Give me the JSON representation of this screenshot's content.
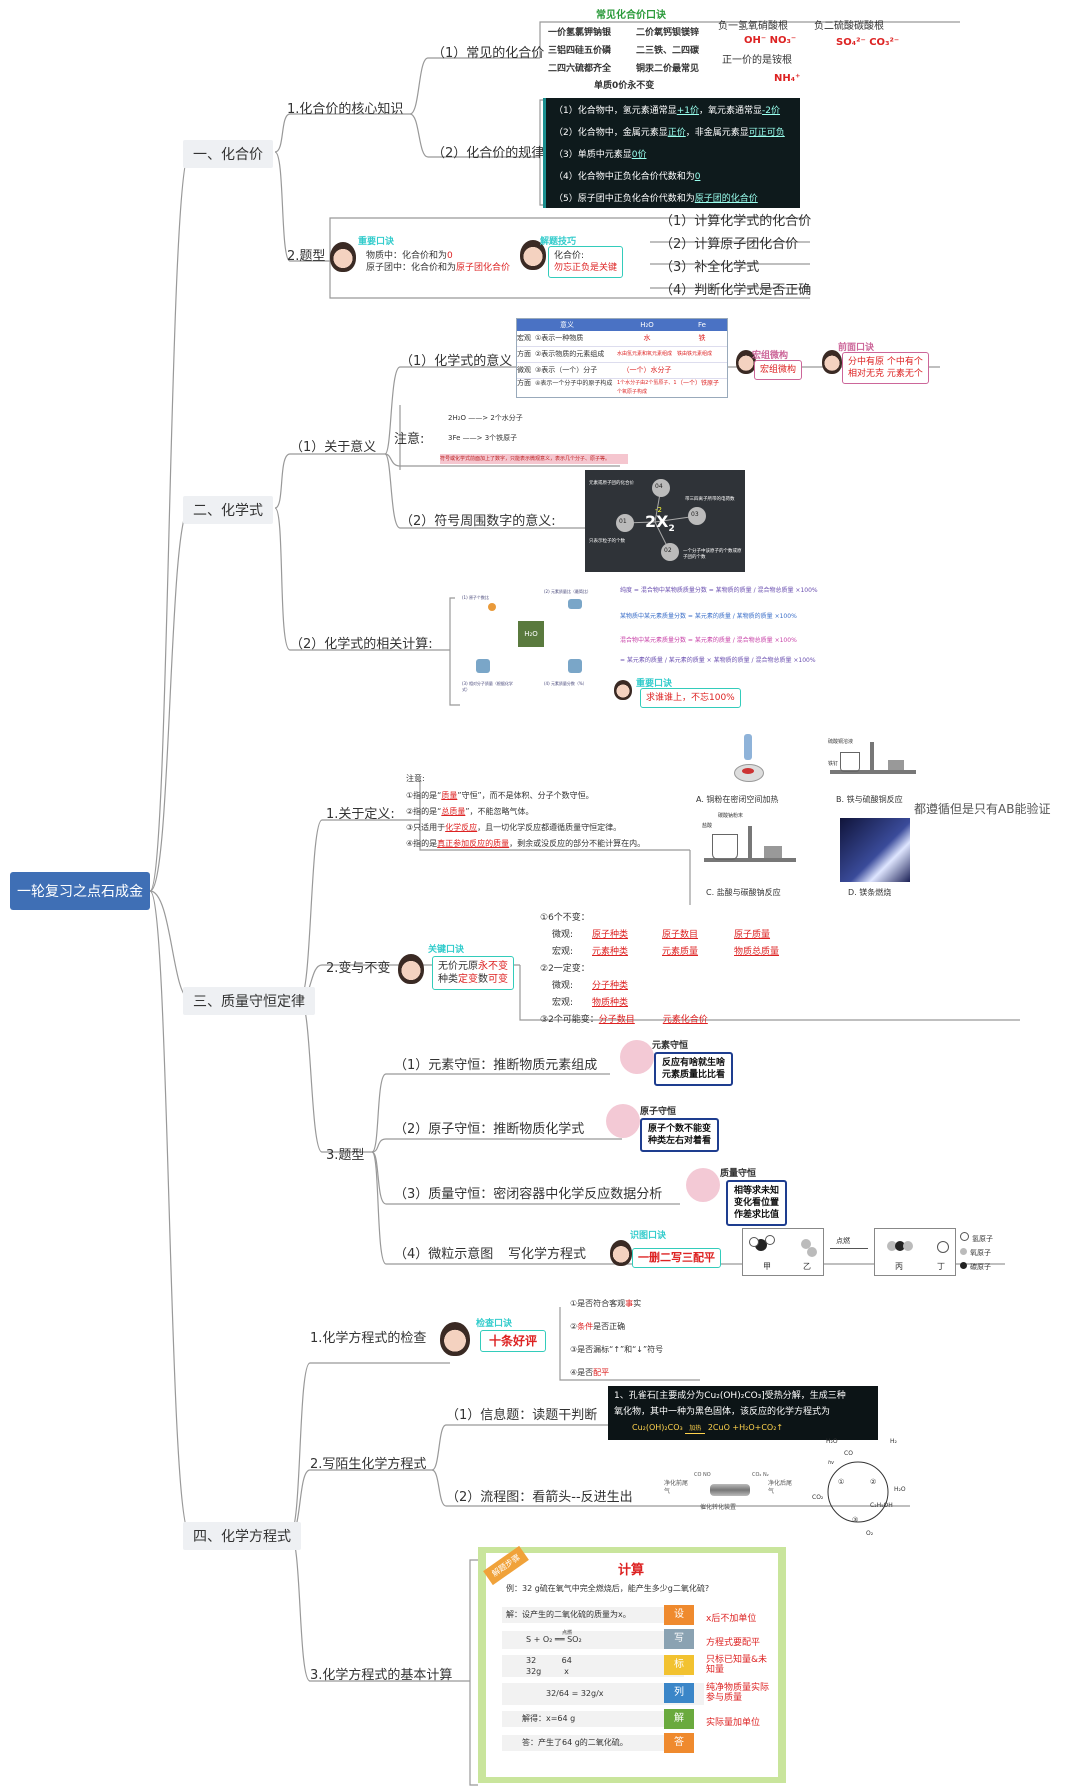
{
  "root": "一轮复习之点石成金",
  "sections": {
    "s1": {
      "title": "一、化合价",
      "core": "1.化合价的核心知识",
      "common": "（1）常见的化合价",
      "rhyme_title": "常见化合价口诀",
      "rhyme": [
        "一价氢氯钾钠银",
        "三铝四硅五价磷",
        "二四六硫都齐全",
        "二价氧钙钡镁锌",
        "二三铁、二四碳",
        "铜汞二价最常见",
        "单质0价永不变"
      ],
      "neg1_title": "负一氢氧硝酸根",
      "neg1_ions": "OH⁻  NO₃⁻",
      "neg2_title": "负二硫酸碳酸根",
      "neg2_ions": "SO₄²⁻  CO₃²⁻",
      "pos1_title": "正一价的是铵根",
      "pos1_ion": "NH₄⁺",
      "rules_label": "（2）化合价的规律",
      "rules": [
        {
          "t": "（1）化合物中，氢元素通常显",
          "a": "+1价",
          "t2": "，氧元素通常显",
          "a2": "-2价"
        },
        {
          "t": "（2）化合物中，金属元素显",
          "a": "正价",
          "t2": "，非金属元素显",
          "a2": "可正可负"
        },
        {
          "t": "（3）单质中元素显",
          "a": "0价",
          "t2": "",
          "a2": ""
        },
        {
          "t": "（4）化合物中正负化合价代数和为",
          "a": "0",
          "t2": "",
          "a2": ""
        },
        {
          "t": "（5）原子团中正负化合价代数和为",
          "a": "原子团的化合价",
          "t2": "",
          "a2": ""
        }
      ],
      "types_label": "2.题型",
      "tip1_head": "重要口诀",
      "tip1_l1a": "物质中：化合价和为",
      "tip1_l1b": "0",
      "tip1_l2a": "原子团中：化合价和为",
      "tip1_l2b": "原子团化合价",
      "tip2_head": "解题技巧",
      "tip2_l1": "化合价:",
      "tip2_l2": "勿忘正负是关键",
      "types": [
        "（1）计算化学式的化合价",
        "（2）计算原子团化合价",
        "（3）补全化学式",
        "（4）判断化学式是否正确"
      ]
    },
    "s2": {
      "title": "二、化学式",
      "about": "（1）关于意义",
      "meaning": "（1）化学式的意义",
      "table_head": [
        "意义",
        "H₂O",
        "Fe"
      ],
      "table_rows": [
        [
          "宏观",
          "①表示一种物质",
          "水",
          "铁"
        ],
        [
          "方面",
          "②表示物质的元素组成",
          "水由氢元素和氧元素组成",
          "铁由铁元素组成"
        ],
        [
          "微观",
          "③表示（一个）分子",
          "（一个）水分子",
          ""
        ],
        [
          "方面",
          "④表示一个分子中的原子构成",
          "1个水分子由2个氢原子、1个氧原子构成",
          "（一个）铁原子"
        ]
      ],
      "tip_a_head": "宏组微构",
      "tip_a": "宏组微构",
      "tip_b_head": "前面口诀",
      "tip_b1": "分中有原  个中有个",
      "tip_b2": "相对无克  元素无个",
      "note_label": "注意:",
      "note1": "2H₂O ——>  2个水分子",
      "note2": "3Fe ——>  3个铁原子",
      "note_bar": "符号或化学式前面加上了数字，只能表示微观意义，表示几个分子、原子等。",
      "symbol_label": "（2）符号周围数字的意义:",
      "sym_center": "2X",
      "sym_sup": "-2",
      "sym_sub": "2",
      "sym_nodes": [
        "04",
        "03",
        "02",
        "01"
      ],
      "sym_texts": [
        "元素或原子团的化合价",
        "带三四离子所带的电荷数",
        "一个分子中该原子的个数或原子团的个数",
        "只表示粒子的个数"
      ],
      "calc_label": "（2）化学式的相关计算:",
      "calc_center": "H₂O",
      "calc_corner": [
        "(1) 原子个数比",
        "(2) 元素质量比（最简比）",
        "(3) 相对分子质量（根据化学式）",
        "(4) 元素质量分数（%）"
      ],
      "f1": "纯度 = 混合物中某物质质量分数 = 某物质的质量 / 混合物总质量 ×100%",
      "f2": "某物质中某元素质量分数 = 某元素的质量 / 某物质的质量 ×100%",
      "f3": "混合物中某元素质量分数 = 某元素的质量 / 混合物总质量 ×100%",
      "f4": "= 某元素的质量 / 某元素的质量 × 某物质的质量 / 混合物总质量 ×100%",
      "tip_c_head": "重要口诀",
      "tip_c": "求谁谁上，不忘100%"
    },
    "s3": {
      "title": "三、质量守恒定律",
      "def_label": "1.关于定义:",
      "def_note": "注意:",
      "def_items": [
        {
          "a": "①指的是“",
          "b": "质量",
          "c": "”守恒”，而不是体积、分子个数守恒。"
        },
        {
          "a": "②指的是“",
          "b": "总质量",
          "c": "”，不能忽略气体。"
        },
        {
          "a": "③只适用于",
          "b": "化学反应",
          "c": "，且一切化学反应都遵循质量守恒定律。"
        },
        {
          "a": "④指的是",
          "b": "真正参加反应的质量",
          "c": "，剩余或没反应的部分不能计算在内。"
        }
      ],
      "exp": [
        "A. 铜粉在密闭空间加热",
        "B. 铁与硫酸铜反应",
        "C. 盐酸与碳酸钠反应",
        "D. 镁条燃烧"
      ],
      "exp_b_labels": [
        "硫酸铜溶液",
        "铁钉"
      ],
      "exp_c_labels": [
        "盐酸",
        "碳酸钠粉末"
      ],
      "exp_conclusion": "都遵循但是只有AB能验证",
      "change_label": "2.变与不变",
      "tip_d_head": "关键口诀",
      "tip_d1a": "无价元原",
      "tip_d1b": "永不变",
      "tip_d2a": "种类",
      "tip_d2b": "定变",
      "tip_d2c": "数",
      "tip_d2d": "可变",
      "ch1": "①6个不变：",
      "ch_micro": "微观:",
      "ch_macro": "宏观:",
      "ch1_micro": [
        "原子种类",
        "原子数目",
        "原子质量"
      ],
      "ch1_macro": [
        "元素种类",
        "元素质量",
        "物质总质量"
      ],
      "ch2": "②2一定变：",
      "ch2_micro": "分子种类",
      "ch2_macro": "物质种类",
      "ch3": "③2个可能变：",
      "ch3_items": [
        "分子数目",
        "元素化合价"
      ],
      "types_label": "3.题型",
      "t1": "（1）元素守恒：推断物质元素组成",
      "t1_head": "元素守恒",
      "t1_tip1": "反应有啥就生啥",
      "t1_tip2": "元素质量比比看",
      "t2": "（2）原子守恒：推断物质化学式",
      "t2_head": "原子守恒",
      "t2_tip1": "原子个数不能变",
      "t2_tip2": "种类左右对着看",
      "t3": "（3）质量守恒：密闭容器中化学反应数据分析",
      "t3_head": "质量守恒",
      "t3_tip1": "相等求未知",
      "t3_tip2": "变化看位置",
      "t3_tip3": "作差求比值",
      "t4": "（4）微粒示意图",
      "t4b": "写化学方程式",
      "t4_head": "识图口诀",
      "t4_tip": "一删二写三配平",
      "t4_arrow": "点燃",
      "t4_names": [
        "甲",
        "乙",
        "丙",
        "丁"
      ],
      "t4_legend": [
        "氢原子",
        "氧原子",
        "碳原子"
      ]
    },
    "s4": {
      "title": "四、化学方程式",
      "check_label": "1.化学方程式的检查",
      "check_head": "检查口诀",
      "check_tip": "十条好评",
      "check_items": [
        {
          "a": "①是否符合客观",
          "b": "事",
          "c": "实"
        },
        {
          "a": "②",
          "b": "条件",
          "c": "是否正确"
        },
        {
          "a": "③是否漏标“↑”和“↓”符号",
          "b": "",
          "c": ""
        },
        {
          "a": "④是否",
          "b": "配平",
          "c": ""
        }
      ],
      "write_label": "2.写陌生化学方程式",
      "info_label": "（1）信息题：读题干判断",
      "info_text1": "1、孔雀石[主要成分为Cu₂(OH)₂CO₃]受热分解，生成三种",
      "info_text2": "氧化物，其中一种为黑色固体，该反应的化学方程式为",
      "info_eq_l": "Cu₂(OH)₂CO₃",
      "info_eq_c": "加热",
      "info_eq_r": "2CuO +H₂O+CO₂↑",
      "flow_label": "（2）流程图：看箭头--反进生出",
      "flow_in": "净化前尾气",
      "flow_in_gas": "CO NO",
      "flow_device": "催化转化装置",
      "flow_out": "净化后尾气",
      "flow_out_gas": "CO₂ N₂",
      "cycle": [
        "H₂O",
        "CO",
        "H₂",
        "CO₂",
        "C₂H₅OH",
        "H₂O",
        "O₂"
      ],
      "cycle_nums": [
        "①",
        "②",
        "③"
      ],
      "cycle_hv": "hv",
      "calc_label": "3.化学方程式的基本计算",
      "calc_badge": "解题步骤",
      "calc_title": "计算",
      "calc_example": "例：32 g硫在氧气中完全燃烧后，能产生多少g二氧化硫?",
      "calc_rows": [
        {
          "l": "解：设产生的二氧化硫的质量为x。",
          "s": "设",
          "c": "#ef8a2e",
          "n": "x后不加单位"
        },
        {
          "l": "S + O₂ ══ SO₂",
          "s": "写",
          "c": "#8aa2b2",
          "n": "方程式要配平"
        },
        {
          "l": "32          64\n32g         x",
          "s": "标",
          "c": "#f2c230",
          "n": "只标已知量&未知量"
        },
        {
          "l": "32/64 = 32g/x",
          "s": "列",
          "c": "#3b86c8",
          "n": "纯净物质量实际参与质量"
        },
        {
          "l": "解得：x=64 g",
          "s": "解",
          "c": "#6aaa3e",
          "n": "实际量加单位"
        },
        {
          "l": "答：产生了64 g的二氧化硫。",
          "s": "答",
          "c": "#ef8a2e",
          "n": ""
        }
      ],
      "calc_cond": "点燃"
    }
  }
}
